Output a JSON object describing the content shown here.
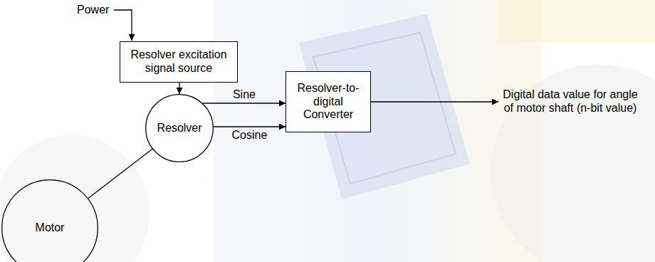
{
  "diagram": {
    "nodes": [
      {
        "text": [
          "Resolver excitation signal source"
        ]
      },
      {
        "text": [
          "Resolver"
        ]
      },
      {
        "text": [
          "Motor"
        ]
      },
      {
        "text": [
          "Resolver-to-digital Converter"
        ]
      }
    ],
    "edges": [
      {
        "from": 0,
        "to": 1,
        "arrow": "to"
      },
      {
        "from": 1,
        "to": 3,
        "label": "Sine",
        "arrow": "to"
      },
      {
        "from": 1,
        "to": 3,
        "label": "Cosine",
        "arrow": "to"
      },
      {
        "from": 2,
        "to": 1,
        "arrow": "none"
      }
    ],
    "labels": [
      "Power",
      "Digital data value for angle of motor shaft (n-bit value)"
    ]
  }
}
